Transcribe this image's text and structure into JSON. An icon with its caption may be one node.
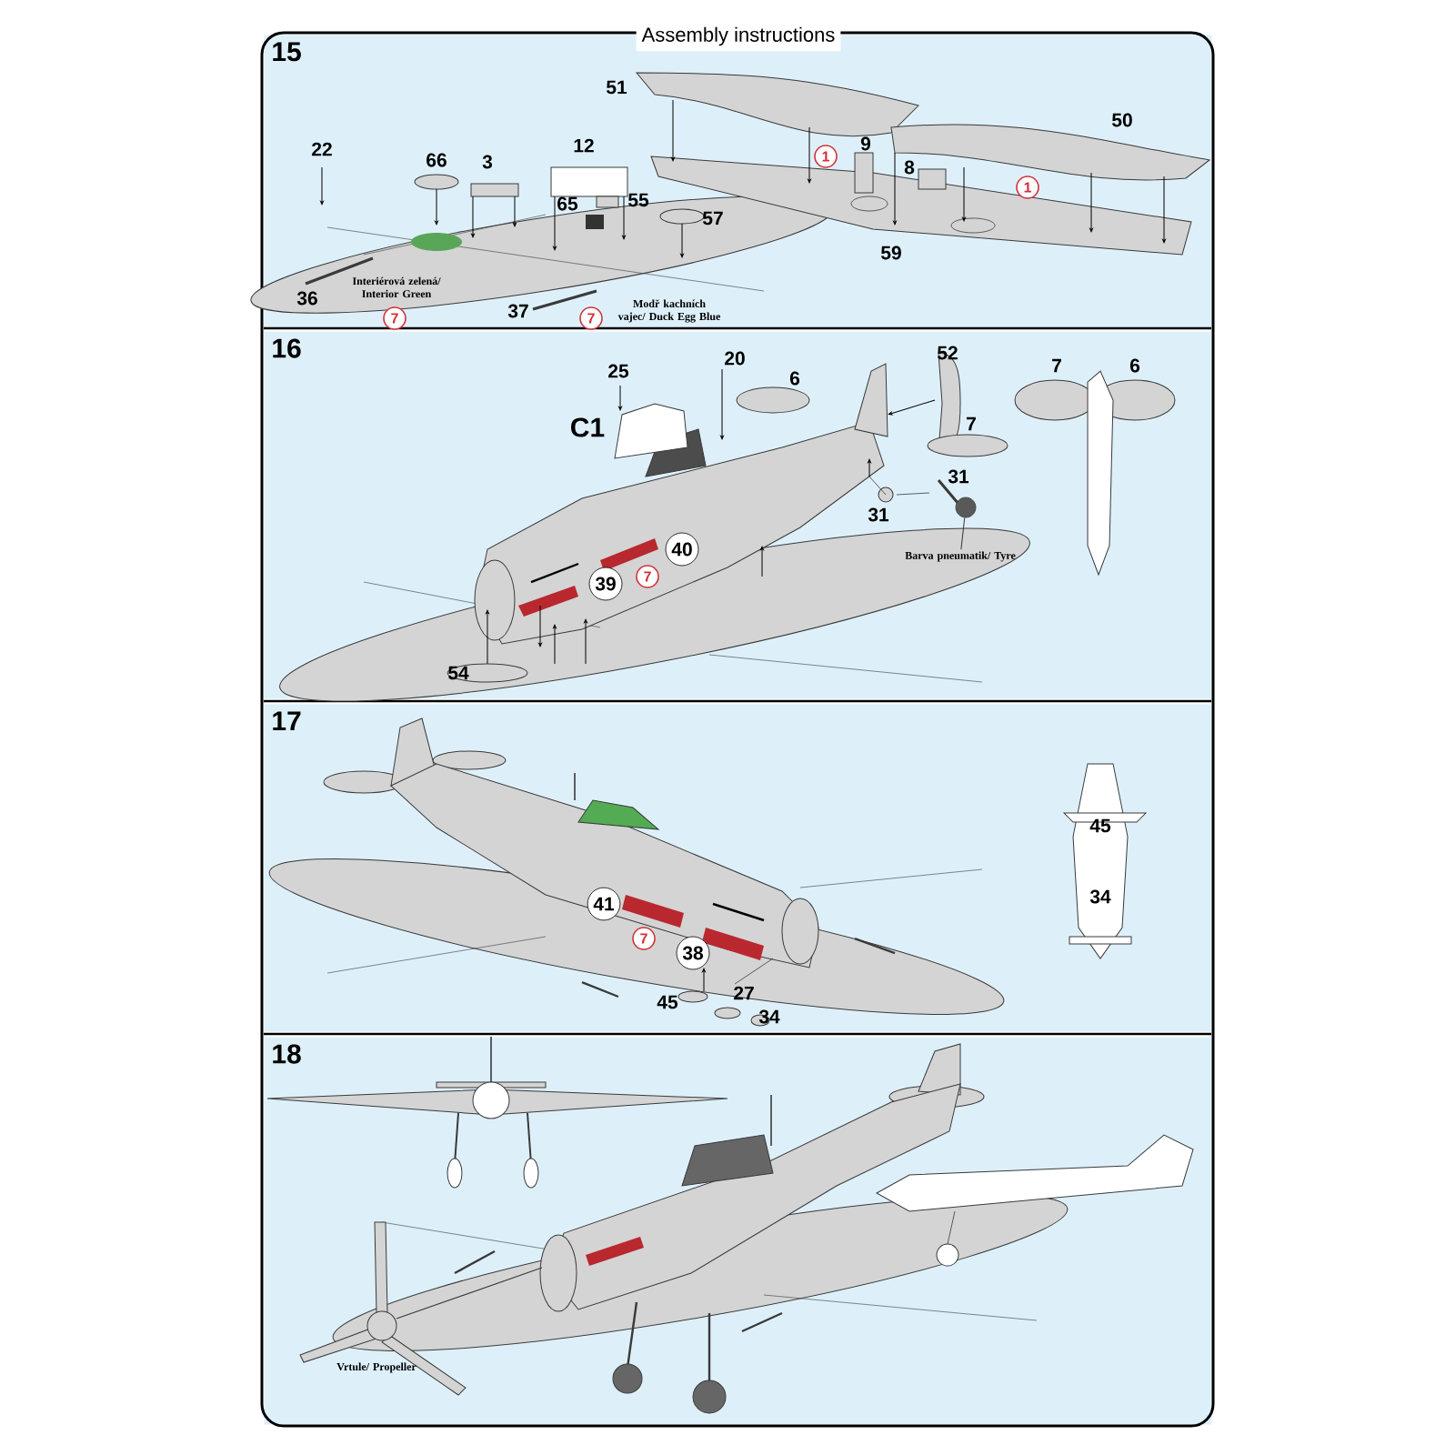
{
  "diagram": {
    "title": "Assembly instructions",
    "nodes": [
      {
        "text": [
          "15"
        ]
      },
      {
        "text": [
          "16"
        ]
      },
      {
        "text": [
          "17"
        ]
      },
      {
        "text": [
          "18"
        ]
      },
      {
        "text": [
          "Barva pneumatik/ Tyre"
        ],
        "in": 1
      },
      {
        "text": [],
        "shape": "circle",
        "in": 1
      }
    ],
    "edges": [
      {
        "from": 4,
        "to": 5,
        "arrow": "none"
      }
    ],
    "labels": [
      "51",
      "50",
      "9",
      "8",
      "22",
      "66",
      "3",
      "12",
      "65",
      "55",
      "57",
      "59",
      "1",
      "1",
      "36",
      "37",
      "Interiérová zelená/ Interior Green",
      "7",
      "Modř kachních vajec/ Duck Egg Blue",
      "7",
      "25",
      "20",
      "52",
      "6",
      "C1",
      "7",
      "7",
      "6",
      "31",
      "31",
      "40",
      "39",
      "7",
      "54",
      "41",
      "38",
      "7",
      "45",
      "27",
      "34",
      "45",
      "34",
      "Vrtule/ Propeller"
    ]
  }
}
